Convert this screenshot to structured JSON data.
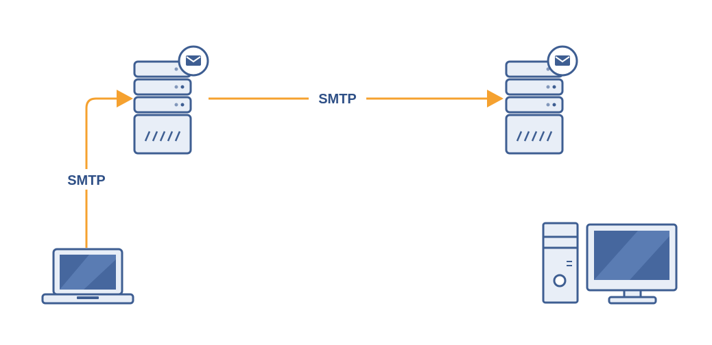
{
  "diagram": {
    "colors": {
      "arrow": "#f5a12f",
      "device_stroke": "#3e5e92",
      "device_fill": "#e8eef7",
      "screen_fill": "#46679e",
      "label": "#2e4f86"
    },
    "nodes": [
      {
        "id": "sender-server",
        "icon": "mail-server-icon",
        "badge": "envelope-icon"
      },
      {
        "id": "receiver-server",
        "icon": "mail-server-icon",
        "badge": "envelope-icon"
      },
      {
        "id": "sender-laptop",
        "icon": "laptop-icon"
      },
      {
        "id": "receiver-desktop",
        "icon": "desktop-computer-icon"
      }
    ],
    "edges": [
      {
        "from": "sender-laptop",
        "to": "sender-server",
        "label": "SMTP"
      },
      {
        "from": "sender-server",
        "to": "receiver-server",
        "label": "SMTP"
      }
    ]
  }
}
